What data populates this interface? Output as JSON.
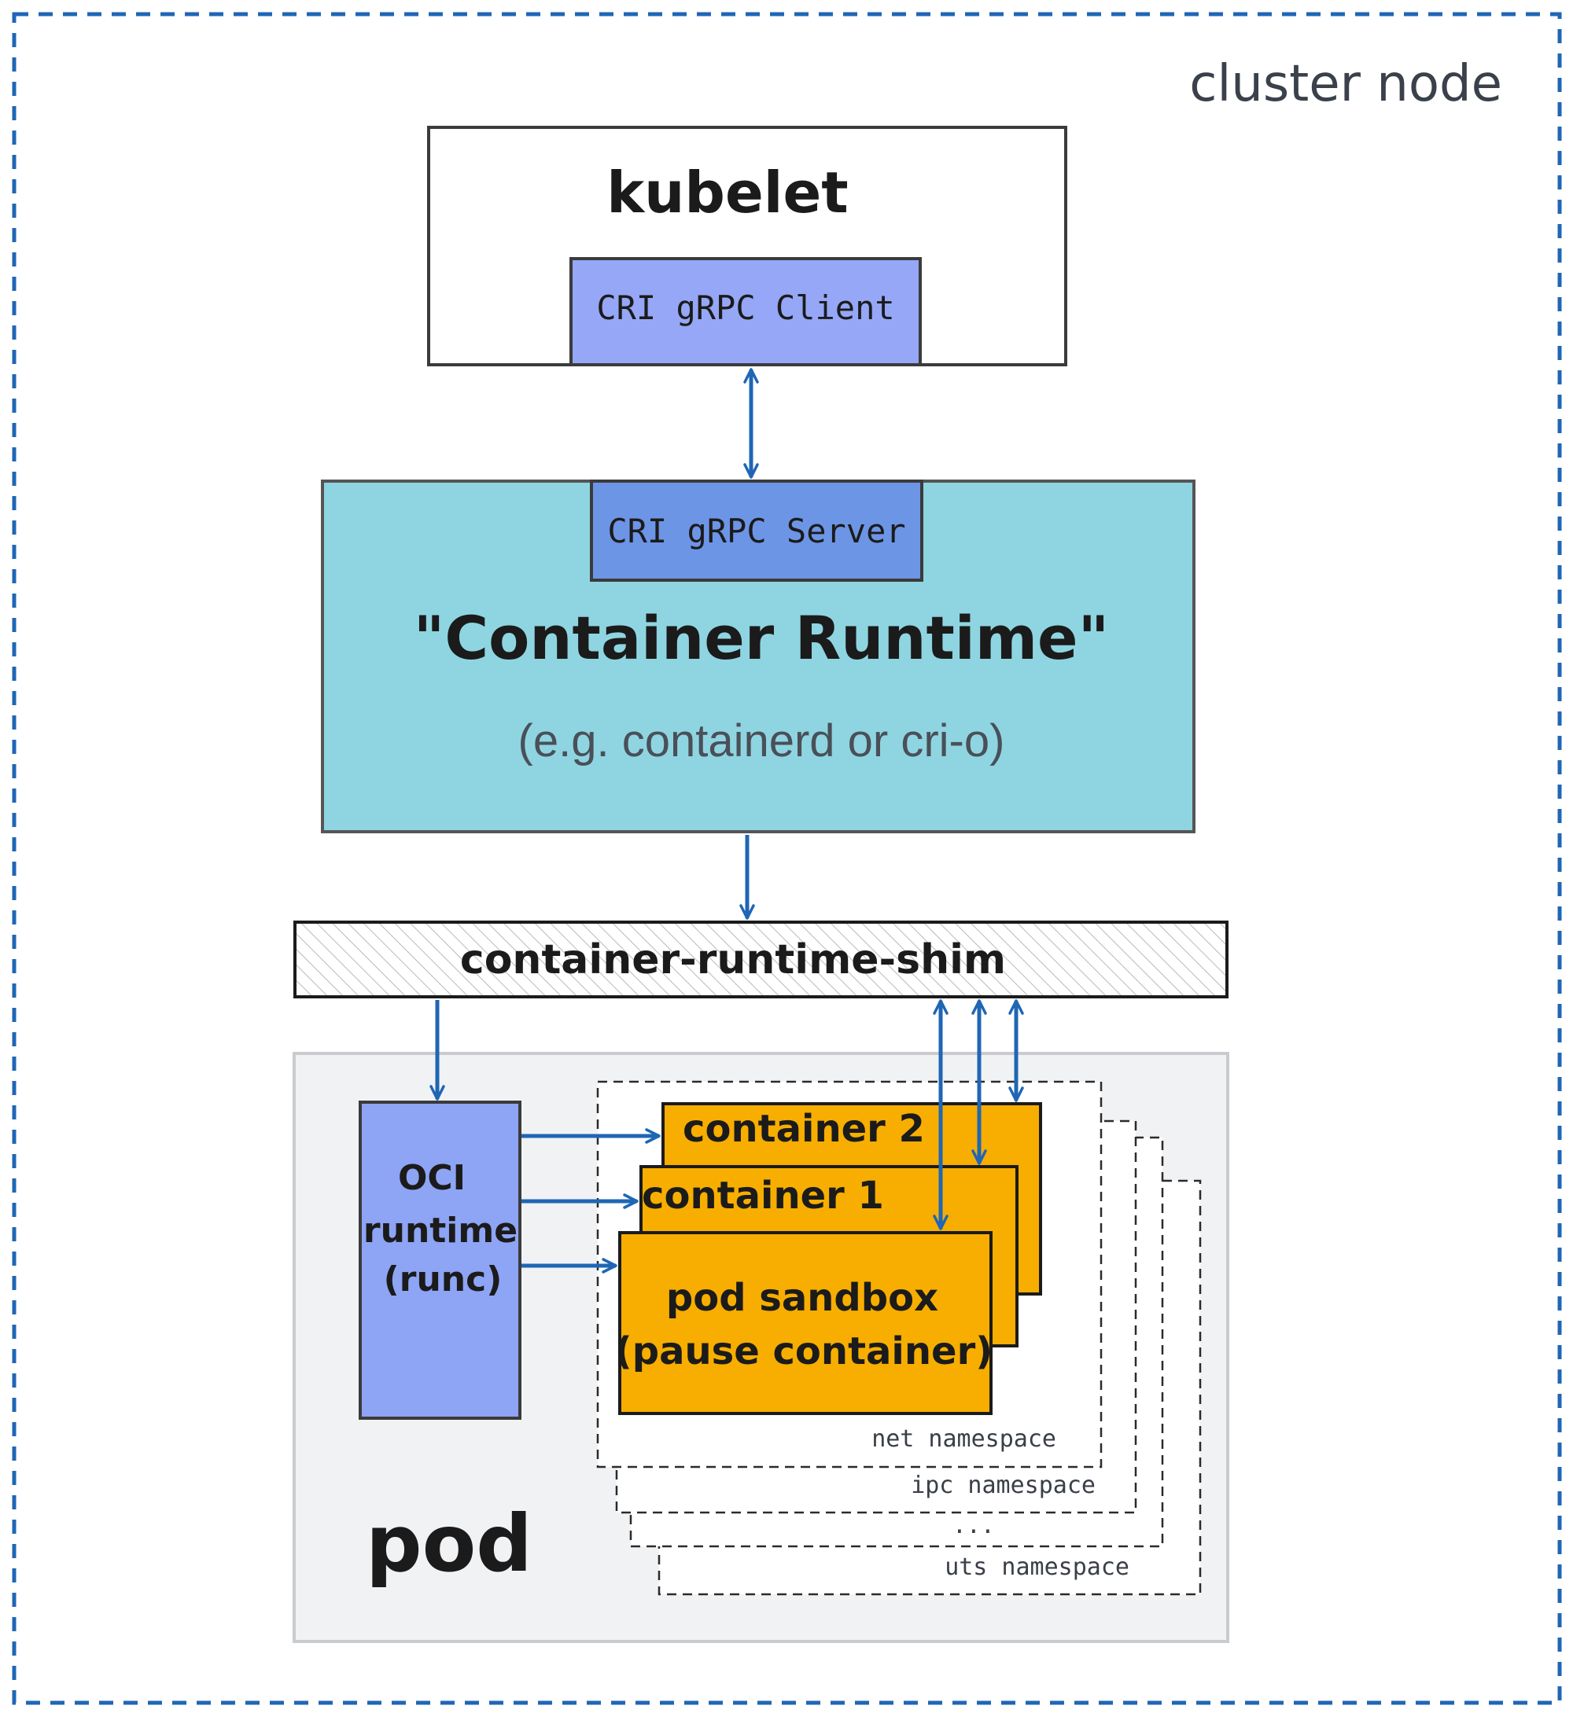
{
  "colors": {
    "node_border": "#1f66b5",
    "arrow": "#1f66b5",
    "runtime_fill": "#8ed5e1",
    "client_fill": "#95a7f6",
    "server_fill": "#6d95e6",
    "oci_fill": "#8ea4f4",
    "container_fill": "#f7ae00",
    "pod_fill": "#f1f2f4",
    "ink": "#1b1b1b",
    "muted_text": "#4a4f58"
  },
  "cluster_node": {
    "label": "cluster node"
  },
  "kubelet": {
    "title": "kubelet",
    "client_label": "CRI gRPC Client"
  },
  "runtime": {
    "server_label": "CRI gRPC Server",
    "title": "\"Container Runtime\"",
    "subtitle": "(e.g. containerd or cri-o)"
  },
  "shim": {
    "label": "container-runtime-shim"
  },
  "pod": {
    "label": "pod",
    "oci_runtime": {
      "lines": [
        "OCI",
        "runtime",
        "(runc)"
      ]
    },
    "containers": [
      {
        "label": "container 2"
      },
      {
        "label": "container 1"
      },
      {
        "label_lines": [
          "pod sandbox",
          "(pause container)"
        ]
      }
    ],
    "namespaces": [
      "net namespace",
      "ipc namespace",
      "...",
      "uts namespace"
    ]
  },
  "icons": [
    "bidirectional-arrow-icon",
    "down-arrow-icon",
    "right-arrow-icon"
  ]
}
